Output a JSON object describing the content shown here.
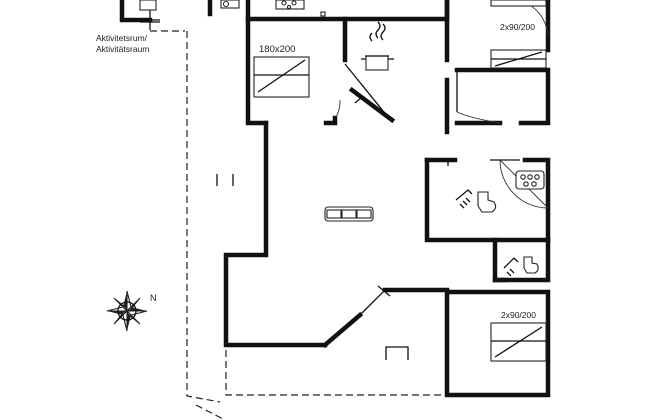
{
  "labels": {
    "room_activity_line1": "Aktivitetsrum/",
    "room_activity_line2": "Aktivitätsraum",
    "bed_master": "180x200",
    "bed_top_right": "2x90/200",
    "bed_bottom_right": "2x90/200",
    "north": "N"
  },
  "icons": {
    "sofa": "sofa-icon",
    "cooking_pot": "cooking-pot-icon",
    "toilet": "toilet-icon",
    "shower": "shower-icon",
    "whirlpool": "whirlpool-icon",
    "compass": "compass-rose-icon"
  },
  "colors": {
    "wall": "#111111",
    "line": "#222222",
    "background": "#ffffff"
  }
}
